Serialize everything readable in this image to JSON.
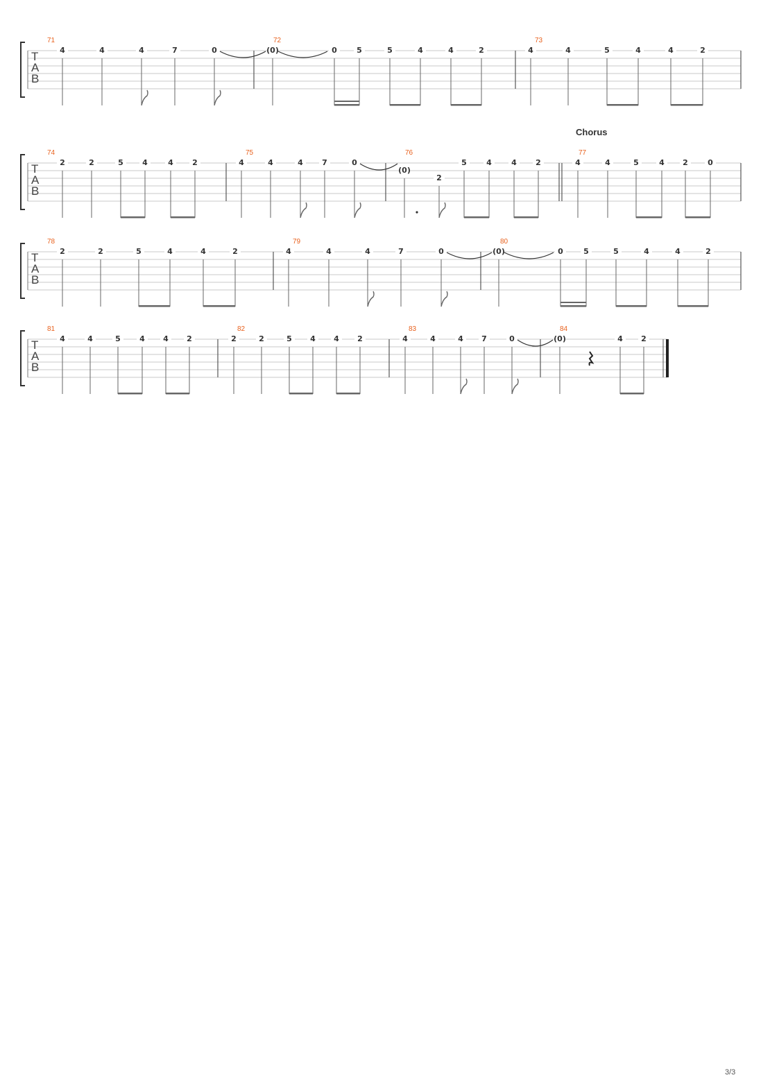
{
  "instrument_label": [
    "T",
    "A",
    "B"
  ],
  "page_number": "3/3",
  "systems": [
    {
      "measures": [
        {
          "number": "71",
          "notes": [
            {
              "fret": "4",
              "dur": "q"
            },
            {
              "fret": "4",
              "dur": "q"
            },
            {
              "fret": "4",
              "dur": "e"
            },
            {
              "fret": "7",
              "dur": "q"
            },
            {
              "fret": "0",
              "dur": "e",
              "tie": true
            }
          ]
        },
        {
          "number": "72",
          "notes": [
            {
              "fret": "(0)",
              "dur": "q",
              "tie": true
            },
            {
              "fret": "0",
              "dur": "s",
              "group": 1
            },
            {
              "fret": "5",
              "dur": "e",
              "group": 1
            },
            {
              "fret": "5",
              "dur": "e",
              "group": 2
            },
            {
              "fret": "4",
              "dur": "e",
              "group": 2
            },
            {
              "fret": "4",
              "dur": "e",
              "group": 3
            },
            {
              "fret": "2",
              "dur": "e",
              "group": 3
            }
          ]
        },
        {
          "number": "73",
          "notes": [
            {
              "fret": "4",
              "dur": "q"
            },
            {
              "fret": "4",
              "dur": "q"
            },
            {
              "fret": "5",
              "dur": "e",
              "group": 1
            },
            {
              "fret": "4",
              "dur": "e",
              "group": 1
            },
            {
              "fret": "4",
              "dur": "e",
              "group": 2
            },
            {
              "fret": "2",
              "dur": "e",
              "group": 2
            }
          ]
        }
      ]
    },
    {
      "section_label": "Chorus",
      "measures": [
        {
          "number": "74",
          "notes": [
            {
              "fret": "2",
              "dur": "q"
            },
            {
              "fret": "2",
              "dur": "q"
            },
            {
              "fret": "5",
              "dur": "e",
              "group": 1
            },
            {
              "fret": "4",
              "dur": "e",
              "group": 1
            },
            {
              "fret": "4",
              "dur": "e",
              "group": 2
            },
            {
              "fret": "2",
              "dur": "e",
              "group": 2
            }
          ]
        },
        {
          "number": "75",
          "notes": [
            {
              "fret": "4",
              "dur": "q"
            },
            {
              "fret": "4",
              "dur": "q"
            },
            {
              "fret": "4",
              "dur": "e"
            },
            {
              "fret": "7",
              "dur": "q"
            },
            {
              "fret": "0",
              "dur": "e",
              "tie": true
            }
          ]
        },
        {
          "number": "76",
          "notes": [
            {
              "fret": "(0)",
              "dur": "q",
              "dotted": true,
              "string": 1
            },
            {
              "fret": "2",
              "dur": "e",
              "string": 2
            },
            {
              "fret": "5",
              "dur": "e",
              "group": 1
            },
            {
              "fret": "4",
              "dur": "e",
              "group": 1
            },
            {
              "fret": "4",
              "dur": "e",
              "group": 2
            },
            {
              "fret": "2",
              "dur": "e",
              "group": 2
            }
          ]
        },
        {
          "number": "77",
          "double_bar_before": true,
          "section_start": true,
          "notes": [
            {
              "fret": "4",
              "dur": "q"
            },
            {
              "fret": "4",
              "dur": "q"
            },
            {
              "fret": "5",
              "dur": "e",
              "group": 1
            },
            {
              "fret": "4",
              "dur": "e",
              "group": 1
            },
            {
              "fret": "2",
              "dur": "e",
              "group": 2
            },
            {
              "fret": "0",
              "dur": "e",
              "group": 2
            }
          ]
        }
      ]
    },
    {
      "measures": [
        {
          "number": "78",
          "notes": [
            {
              "fret": "2",
              "dur": "q"
            },
            {
              "fret": "2",
              "dur": "q"
            },
            {
              "fret": "5",
              "dur": "e",
              "group": 1
            },
            {
              "fret": "4",
              "dur": "e",
              "group": 1
            },
            {
              "fret": "4",
              "dur": "e",
              "group": 2
            },
            {
              "fret": "2",
              "dur": "e",
              "group": 2
            }
          ]
        },
        {
          "number": "79",
          "notes": [
            {
              "fret": "4",
              "dur": "q"
            },
            {
              "fret": "4",
              "dur": "q"
            },
            {
              "fret": "4",
              "dur": "e"
            },
            {
              "fret": "7",
              "dur": "q"
            },
            {
              "fret": "0",
              "dur": "e",
              "tie": true
            }
          ]
        },
        {
          "number": "80",
          "notes": [
            {
              "fret": "(0)",
              "dur": "q",
              "tie": true
            },
            {
              "fret": "0",
              "dur": "s",
              "group": 1
            },
            {
              "fret": "5",
              "dur": "e",
              "group": 1
            },
            {
              "fret": "5",
              "dur": "e",
              "group": 2
            },
            {
              "fret": "4",
              "dur": "e",
              "group": 2
            },
            {
              "fret": "4",
              "dur": "e",
              "group": 3
            },
            {
              "fret": "2",
              "dur": "e",
              "group": 3
            }
          ]
        }
      ]
    },
    {
      "measures": [
        {
          "number": "81",
          "notes": [
            {
              "fret": "4",
              "dur": "q"
            },
            {
              "fret": "4",
              "dur": "q"
            },
            {
              "fret": "5",
              "dur": "e",
              "group": 1
            },
            {
              "fret": "4",
              "dur": "e",
              "group": 1
            },
            {
              "fret": "4",
              "dur": "e",
              "group": 2
            },
            {
              "fret": "2",
              "dur": "e",
              "group": 2
            }
          ]
        },
        {
          "number": "82",
          "notes": [
            {
              "fret": "2",
              "dur": "q"
            },
            {
              "fret": "2",
              "dur": "q"
            },
            {
              "fret": "5",
              "dur": "e",
              "group": 1
            },
            {
              "fret": "4",
              "dur": "e",
              "group": 1
            },
            {
              "fret": "4",
              "dur": "e",
              "group": 2
            },
            {
              "fret": "2",
              "dur": "e",
              "group": 2
            }
          ]
        },
        {
          "number": "83",
          "notes": [
            {
              "fret": "4",
              "dur": "q"
            },
            {
              "fret": "4",
              "dur": "q"
            },
            {
              "fret": "4",
              "dur": "e"
            },
            {
              "fret": "7",
              "dur": "q"
            },
            {
              "fret": "0",
              "dur": "e",
              "tie": true
            }
          ]
        },
        {
          "number": "84",
          "final_barline": true,
          "notes": [
            {
              "fret": "(0)",
              "dur": "q"
            },
            {
              "rest": "quarter"
            },
            {
              "fret": "4",
              "dur": "e",
              "group": 1
            },
            {
              "fret": "2",
              "dur": "e",
              "group": 1
            }
          ]
        }
      ]
    }
  ]
}
